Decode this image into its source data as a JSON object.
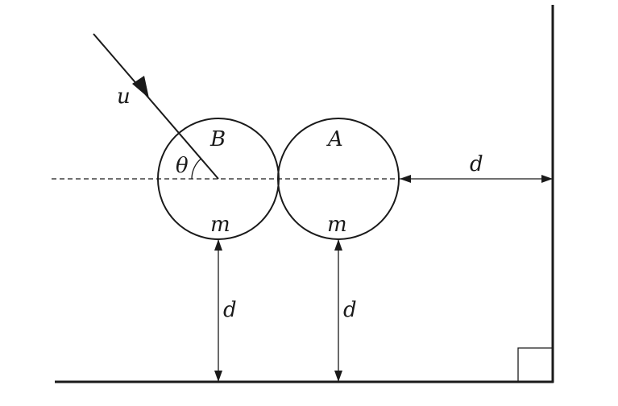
{
  "diagram": {
    "labels": {
      "velocity": "u",
      "ball_b": "B",
      "ball_a": "A",
      "angle": "θ",
      "mass_b": "m",
      "mass_a": "m",
      "distance_right": "d",
      "distance_b_floor": "d",
      "distance_a_floor": "d"
    },
    "colors": {
      "ink": "#1a1a1a",
      "background": "#ffffff"
    }
  }
}
